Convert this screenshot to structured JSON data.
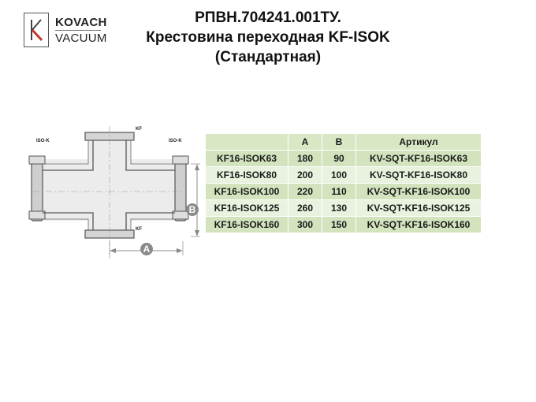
{
  "logo": {
    "letter": "K",
    "line1": "KOVACH",
    "line2": "VACUUM"
  },
  "header": {
    "line1": "РПВН.704241.001ТУ.",
    "line2": "Крестовина переходная KF-ISOK",
    "line3": "(Стандартная)"
  },
  "drawing": {
    "label_left": "ISO-K",
    "label_right": "ISO-K",
    "label_top": "KF",
    "label_bottom": "KF",
    "dim_a": "A",
    "dim_b": "B"
  },
  "table": {
    "headers": [
      "",
      "A",
      "B",
      "Артикул"
    ],
    "rows": [
      [
        "KF16-ISOK63",
        "180",
        "90",
        "KV-SQT-KF16-ISOK63"
      ],
      [
        "KF16-ISOK80",
        "200",
        "100",
        "KV-SQT-KF16-ISOK80"
      ],
      [
        "KF16-ISOK100",
        "220",
        "110",
        "KV-SQT-KF16-ISOK100"
      ],
      [
        "KF16-ISOK125",
        "260",
        "130",
        "KV-SQT-KF16-ISOK125"
      ],
      [
        "KF16-ISOK160",
        "300",
        "150",
        "KV-SQT-KF16-ISOK160"
      ]
    ]
  },
  "colors": {
    "header_bg": "#d9e7c5",
    "row_dark": "#d2e3bd",
    "row_light": "#e9f2de",
    "logo_red": "#c0392b"
  }
}
